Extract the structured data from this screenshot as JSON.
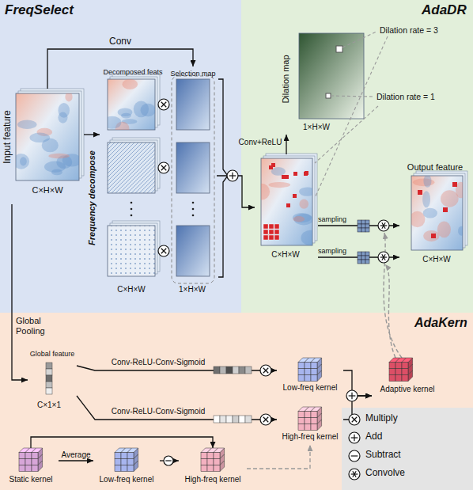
{
  "diagram": {
    "nodes": [
      {
        "text": [
          "FreqSelect"
        ]
      },
      {
        "text": [
          "AdaDR"
        ]
      },
      {
        "text": [
          "AdaKern"
        ]
      },
      {
        "text": [
          "Input feature",
          "C×H×W"
        ],
        "in": 0
      },
      {
        "text": [
          "Decomposed feats",
          "C×H×W"
        ],
        "in": 0
      },
      {
        "text": [
          "Selection map",
          "1×H×W"
        ],
        "in": 0
      },
      {
        "text": [
          "C×H×W"
        ],
        "in": 1
      },
      {
        "text": [
          "Dilation map",
          "1×H×W"
        ],
        "in": 1
      },
      {
        "text": [
          "Output feature",
          "C×H×W"
        ],
        "in": 1
      },
      {
        "text": [
          "Global feature",
          "C×1×1"
        ],
        "in": 2
      },
      {
        "text": [
          "Low-freq kernel"
        ],
        "in": 2
      },
      {
        "text": [
          "High-freq kernel"
        ],
        "in": 2
      },
      {
        "text": [
          "Adaptive kernel"
        ],
        "in": 2
      },
      {
        "text": [
          "Static kernel"
        ],
        "in": 2
      },
      {
        "text": [
          "Low-freq kernel"
        ],
        "in": 2
      },
      {
        "text": [
          "High-freq kernel"
        ],
        "in": 2
      }
    ],
    "edges": [
      {
        "from": 3,
        "to": 4,
        "arrow": "to",
        "label": "Frequency decompose"
      },
      {
        "from": 3,
        "to": 5,
        "arrow": "to",
        "label": "Conv"
      },
      {
        "from": 5,
        "to": 6,
        "arrow": "to"
      },
      {
        "from": 6,
        "to": 7,
        "arrow": "to",
        "label": "Conv+ReLU"
      },
      {
        "from": 6,
        "to": 8,
        "arrow": "to",
        "label": "sampling"
      },
      {
        "from": 6,
        "to": 8,
        "arrow": "to",
        "label": "sampling"
      },
      {
        "from": 3,
        "to": 9,
        "arrow": "to",
        "label": "Global Pooling"
      },
      {
        "from": 9,
        "to": 10,
        "arrow": "to",
        "label": "Conv-ReLU-Conv-Sigmoid"
      },
      {
        "from": 9,
        "to": 11,
        "arrow": "to",
        "label": "Conv-ReLU-Conv-Sigmoid"
      },
      {
        "from": 10,
        "to": 12,
        "arrow": "to"
      },
      {
        "from": 11,
        "to": 12,
        "arrow": "to"
      },
      {
        "from": 13,
        "to": 14,
        "arrow": "to",
        "label": "Average"
      },
      {
        "from": 14,
        "to": 15,
        "arrow": "to"
      },
      {
        "from": 13,
        "to": 15,
        "arrow": "to"
      },
      {
        "from": 15,
        "to": 11,
        "arrow": "to"
      }
    ],
    "labels": [
      "Dilation rate = 3",
      "Dilation rate = 1"
    ],
    "legend": [
      {
        "text": "Multiply"
      },
      {
        "text": "Add"
      },
      {
        "text": "Subtract"
      },
      {
        "text": "Convolve"
      }
    ]
  }
}
